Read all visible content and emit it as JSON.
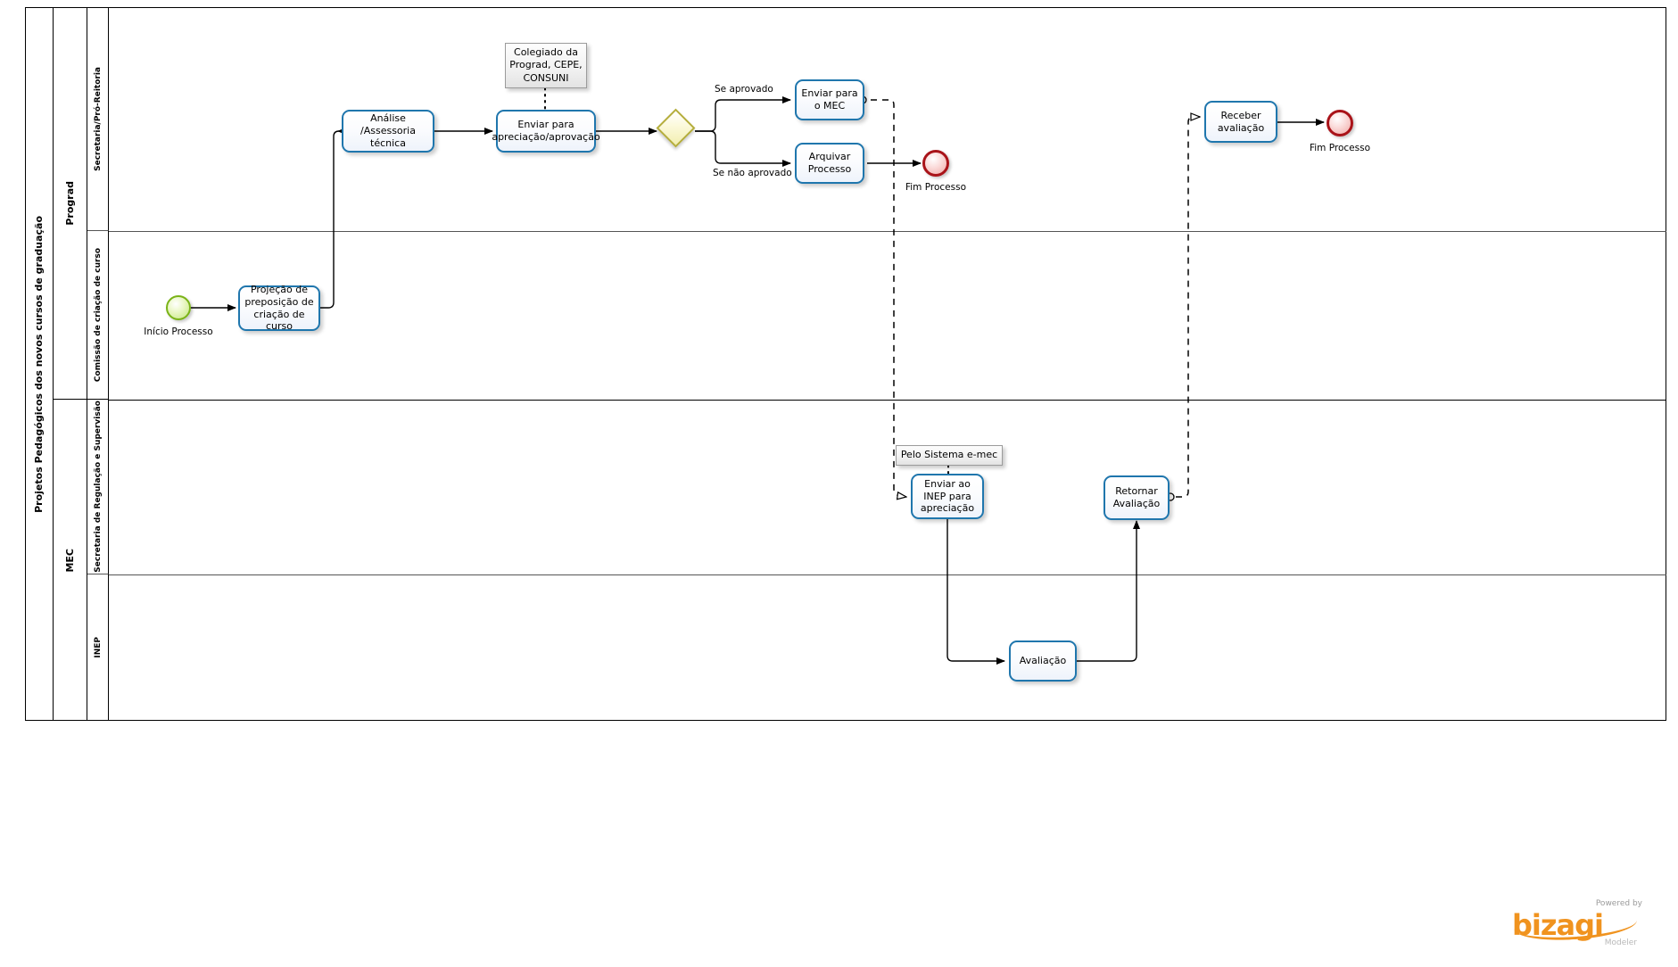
{
  "pool": {
    "title": "Projetos Pedagógicos dos novos cursos de graduação",
    "groups": [
      {
        "name": "Prograd"
      },
      {
        "name": "MEC"
      }
    ],
    "lanes": [
      {
        "name": "Secretaria/Pró-Reitoria"
      },
      {
        "name": "Comissão de criação de curso"
      },
      {
        "name": "Secretaria de Regulação e Supervisão"
      },
      {
        "name": "INEP"
      }
    ]
  },
  "events": {
    "start": {
      "label": "Início Processo",
      "type": "start-event",
      "color": "#7ab317"
    },
    "end_arquivar": {
      "label": "Fim Processo",
      "type": "end-event",
      "color": "#a91319"
    },
    "end_receber": {
      "label": "Fim Processo",
      "type": "end-event",
      "color": "#a91319"
    }
  },
  "gateway": {
    "type": "exclusive-gateway",
    "label": "",
    "color": "#b5ae3b"
  },
  "tasks": [
    {
      "id": "projecao",
      "label": "Projeção de preposição de criação de curso",
      "lane": "Comissão de criação de curso"
    },
    {
      "id": "analise",
      "label": "Análise /Assessoria técnica",
      "lane": "Secretaria/Pró-Reitoria"
    },
    {
      "id": "enviar_apr",
      "label": "Enviar para apreciação/aprovação",
      "lane": "Secretaria/Pró-Reitoria"
    },
    {
      "id": "enviar_mec",
      "label": "Enviar para o MEC",
      "lane": "Secretaria/Pró-Reitoria"
    },
    {
      "id": "arquivar",
      "label": "Arquivar Processo",
      "lane": "Secretaria/Pró-Reitoria"
    },
    {
      "id": "receber",
      "label": "Receber avaliação",
      "lane": "Secretaria/Pró-Reitoria"
    },
    {
      "id": "enviar_inep",
      "label": "Enviar ao INEP para apreciação",
      "lane": "Secretaria de Regulação e Supervisão"
    },
    {
      "id": "retornar",
      "label": "Retornar Avaliação",
      "lane": "Secretaria de Regulação e Supervisão"
    },
    {
      "id": "avaliacao",
      "label": "Avaliação",
      "lane": "INEP"
    }
  ],
  "annotations": [
    {
      "id": "colegiado",
      "label": "Colegiado da Prograd, CEPE, CONSUNI"
    },
    {
      "id": "sistema",
      "label": "Pelo Sistema e-mec"
    }
  ],
  "flow_labels": [
    {
      "id": "se-aprovado",
      "label": "Se aprovado"
    },
    {
      "id": "se-nao-aprovado",
      "label": "Se não aprovado"
    }
  ],
  "watermark": {
    "powered": "Powered by",
    "brand": "bizagi",
    "product": "Modeler",
    "brand_color": "#f0931f"
  },
  "colors": {
    "task_border": "#1f76ad",
    "start": "#7ab317",
    "end": "#a91319",
    "gateway": "#b5ae3b",
    "annotation_bg": "#eeeeee"
  }
}
